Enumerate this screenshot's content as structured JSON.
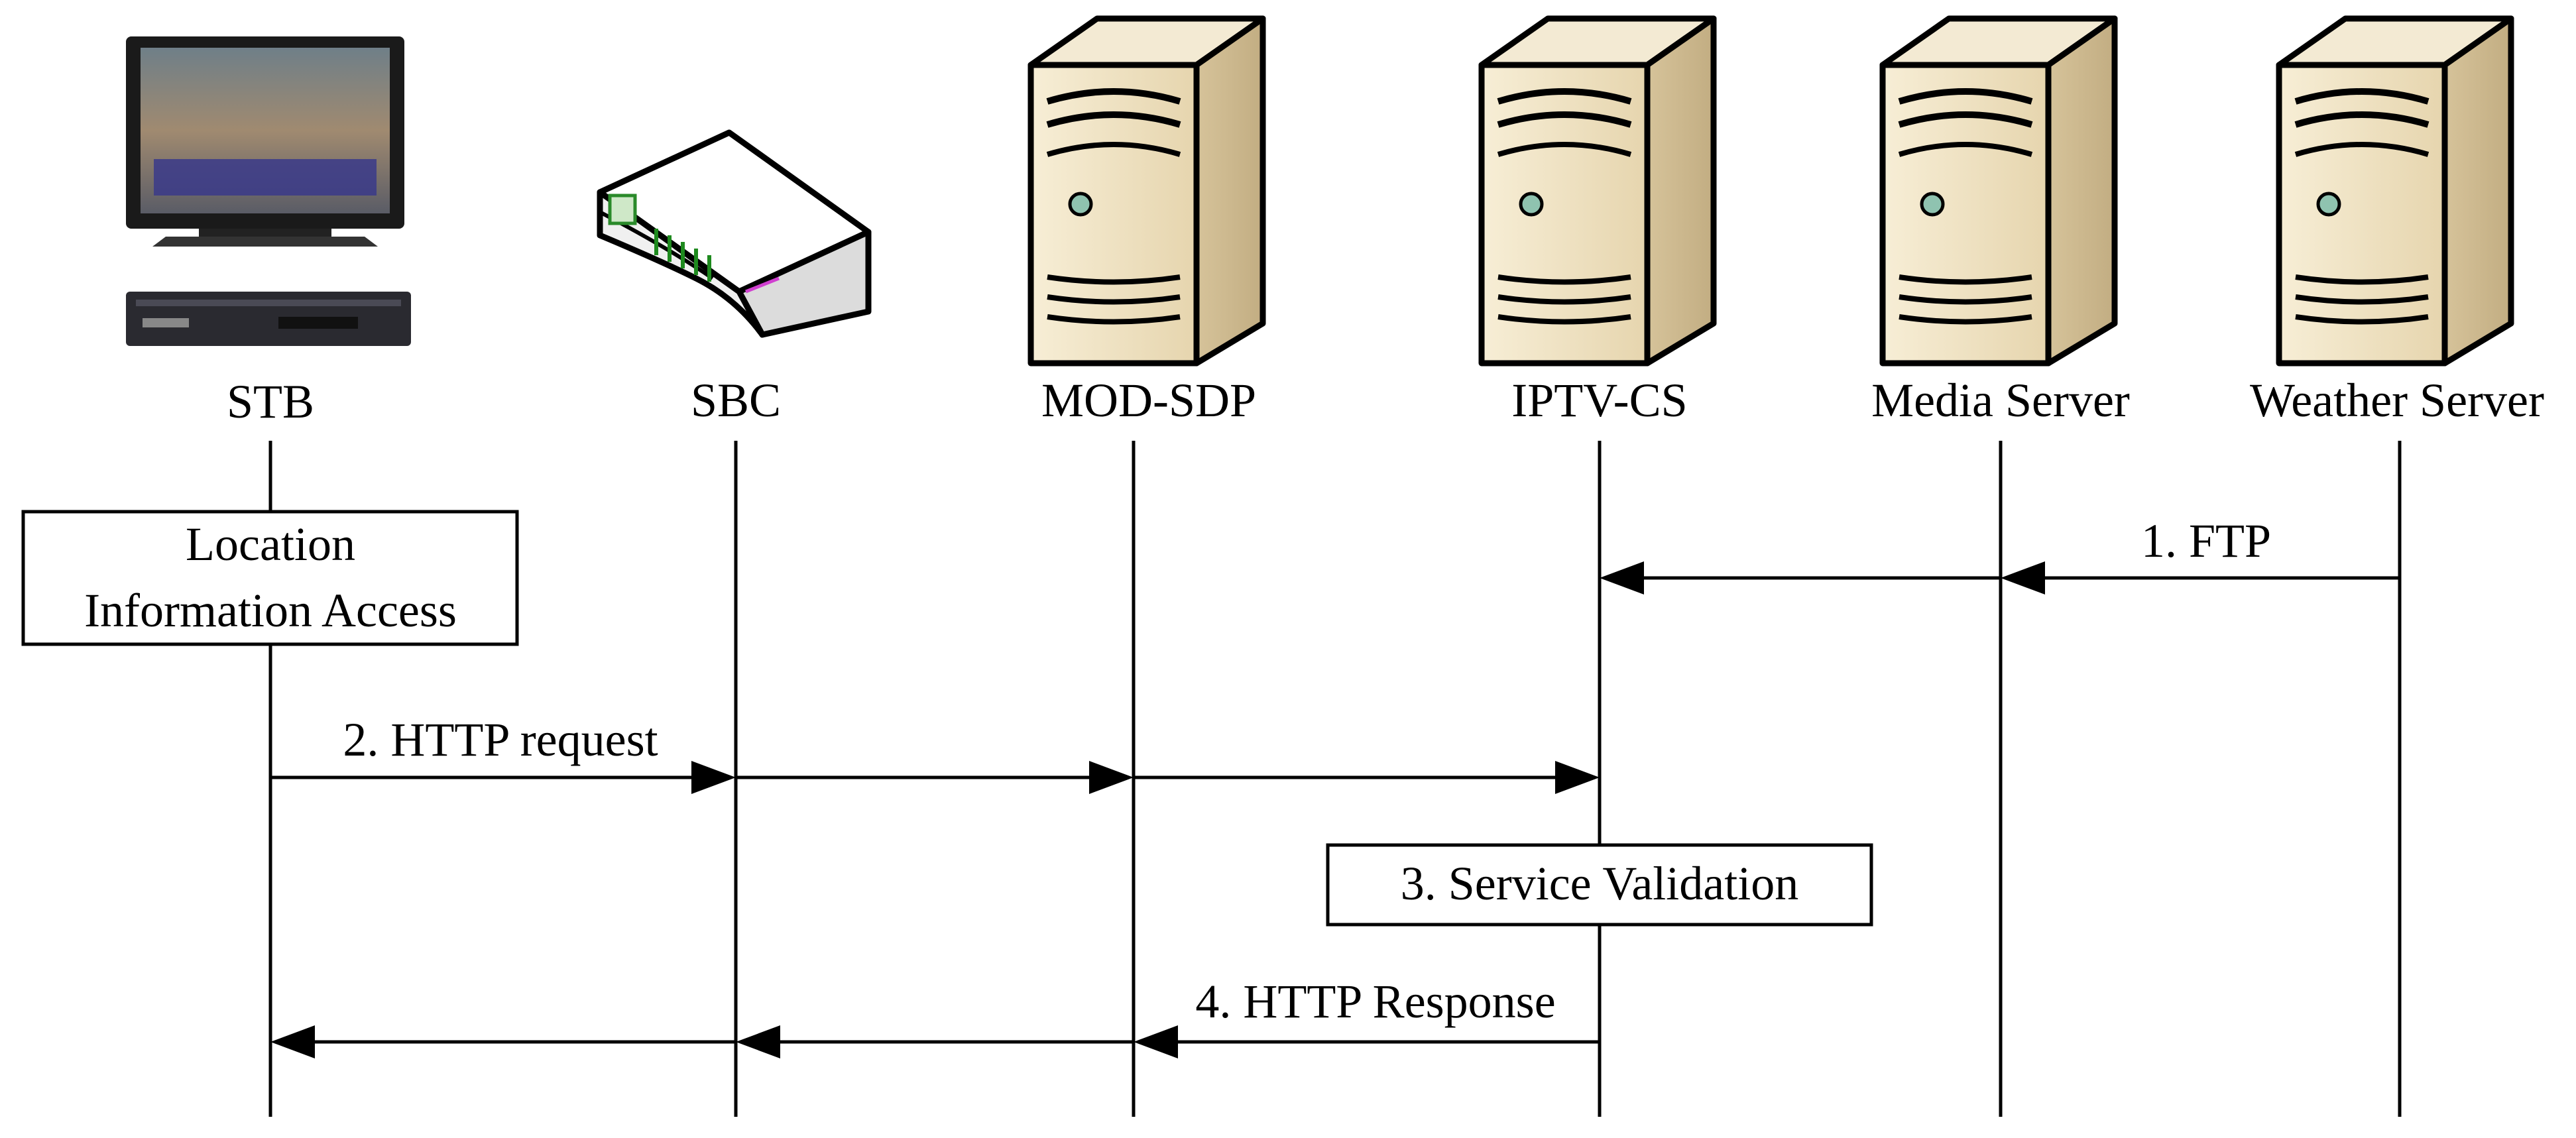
{
  "entities": [
    {
      "id": "stb",
      "label": "STB",
      "icon": "stb-tv-icon"
    },
    {
      "id": "sbc",
      "label": "SBC",
      "icon": "router-icon"
    },
    {
      "id": "mod-sdp",
      "label": "MOD-SDP",
      "icon": "server-icon"
    },
    {
      "id": "iptv-cs",
      "label": "IPTV-CS",
      "icon": "server-icon"
    },
    {
      "id": "media-server",
      "label": "Media Server",
      "icon": "server-icon"
    },
    {
      "id": "weather-server",
      "label": "Weather Server",
      "icon": "server-icon"
    }
  ],
  "boxes": {
    "location": {
      "line1": "Location",
      "line2": "Information Access"
    },
    "validation": {
      "label": "3. Service Validation"
    }
  },
  "messages": {
    "m1": "1. FTP",
    "m2": "2. HTTP request",
    "m4": "4. HTTP Response"
  },
  "colors": {
    "server_body": "#efe3c3",
    "server_side": "#d9c79f",
    "router_body": "#f0f0f0",
    "tv_frame": "#1a1a1a"
  }
}
